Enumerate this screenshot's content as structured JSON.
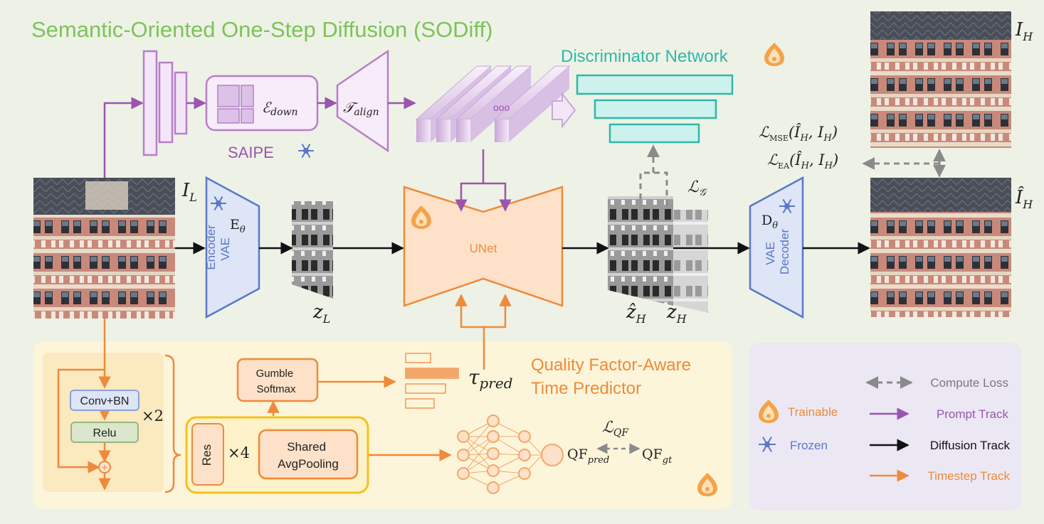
{
  "title": "Semantic-Oriented One-Step Diffusion (SODiff)",
  "colors": {
    "background": "#eef2e6",
    "prompt": "#9a55b0",
    "diffusion": "#111111",
    "timestep": "#ef8a3a",
    "vae": "#5a78c6",
    "discriminator": "#2fb8a8",
    "title_green": "#7cc35a",
    "panel_fill": "#fdf5da",
    "legend_fill": "#ebe8f4"
  },
  "labels": {
    "I_L": "I",
    "I_L_sub": "L",
    "I_H": "I",
    "I_H_sub": "H",
    "Ihat_H": "Î",
    "Ihat_H_sub": "H",
    "z_L": "z",
    "z_L_sub": "L",
    "zhat_H": "ẑ",
    "zhat_H_sub": "H",
    "z_H": "z",
    "z_H_sub": "H",
    "E_theta": "E",
    "E_theta_sub": "θ",
    "D_theta": "D",
    "D_theta_sub": "θ",
    "vae_encoder_line1": "VAE",
    "vae_encoder_line2": "Encoder",
    "vae_decoder_line1": "VAE",
    "vae_decoder_line2": "Decoder",
    "unet": "UNet",
    "saipe": "SAIPE",
    "e_down": "ℰ",
    "e_down_sub": "down",
    "t_align": "𝒯",
    "t_align_sub": "align",
    "discriminator": "Discriminator Network",
    "loss_g": "ℒ",
    "loss_g_sub": "𝒢",
    "loss_mse": "ℒ",
    "loss_mse_sub": "MSE",
    "loss_mse_args": "(Î",
    "loss_mse_args2": ", I",
    "loss_mse_end": ")",
    "loss_ea": "ℒ",
    "loss_ea_sub": "EA",
    "tau": "τ",
    "tau_sub": "pred",
    "ellipsis": "ooo"
  },
  "predictor": {
    "title_line1": "Quality Factor-Aware",
    "title_line2": "Time Predictor",
    "conv_bn": "Conv+BN",
    "relu": "Relu",
    "times2": "×2",
    "res": "Res",
    "times4": "×4",
    "shared_line1": "Shared",
    "shared_line2": "AvgPooling",
    "gumble_line1": "Gumble",
    "gumble_line2": "Softmax",
    "plus": "+",
    "loss_qf": "ℒ",
    "loss_qf_sub": "QF",
    "qf_pred": "QF",
    "qf_pred_sub": "pred",
    "qf_gt": "QF",
    "qf_gt_sub": "gt"
  },
  "legend": {
    "trainable": "Trainable",
    "frozen": "Frozen",
    "compute_loss": "Compute Loss",
    "prompt_track": "Prompt Track",
    "diffusion_track": "Diffusion Track",
    "timestep_track": "Timestep Track"
  }
}
